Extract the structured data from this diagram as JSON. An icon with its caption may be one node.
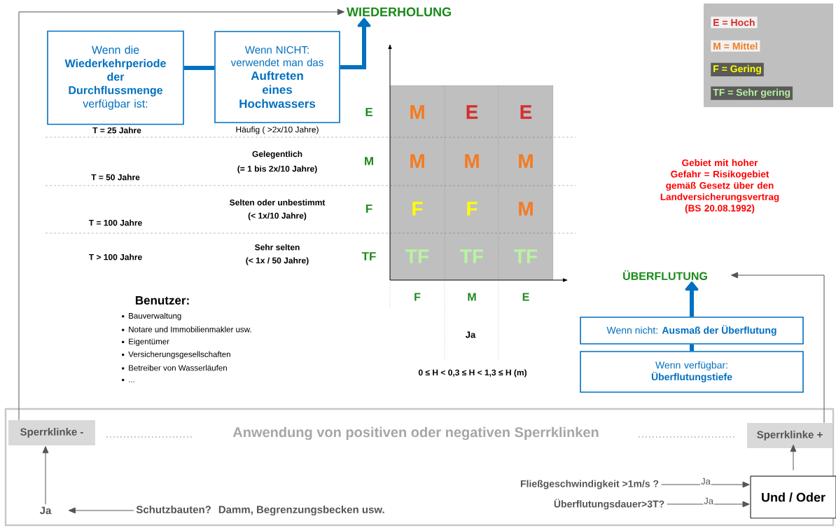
{
  "diagram": {
    "nodes": [
      {
        "text": [
          "Wenn die **Wiederkehrperiode der Durchflussmenge** verfügbar ist:"
        ]
      },
      {
        "text": [
          "Wenn NICHT: verwendet man das",
          "Auftreten eines Hochwassers"
        ]
      },
      {
        "text": [
          "WIEDERHOLUNG"
        ]
      },
      {
        "text": [
          "ÜBERFLUTUNG"
        ]
      },
      {
        "text": [
          "Wenn nicht: **Ausmaß der Überflutung**"
        ]
      },
      {
        "text": [
          "Wenn verfügbar: **Überflutungstiefe**"
        ]
      },
      {
        "text": [
          "Anwendung von positiven oder negativen Sperrklinken"
        ]
      },
      {
        "text": [
          "Sperrklinke -"
        ],
        "in": 6
      },
      {
        "text": [
          "Sperrklinke +"
        ],
        "in": 6
      },
      {
        "text": [
          "Ja"
        ],
        "in": 6
      },
      {
        "text": [
          "Schutzbauten?",
          "Damm, Begrenzungsbecken usw."
        ],
        "in": 6
      },
      {
        "text": [
          "Fließgeschwindigkeit >1m/s ?"
        ],
        "in": 6
      },
      {
        "text": [
          "Überflutungsdauer>3T?"
        ],
        "in": 6
      },
      {
        "text": [
          "Und / Oder"
        ],
        "in": 6
      }
    ],
    "edges": [
      {
        "from": 0,
        "to": 1,
        "arrow": "none",
        "style": "thick",
        "color": "#0070c0"
      },
      {
        "from": 1,
        "to": 2,
        "arrow": "to",
        "style": "thick",
        "color": "#0070c0"
      },
      {
        "from": 7,
        "to": 2,
        "arrow": "to"
      },
      {
        "from": 8,
        "to": 3,
        "arrow": "to"
      },
      {
        "from": 5,
        "to": 4,
        "arrow": "none",
        "style": "thick",
        "color": "#0070c0"
      },
      {
        "from": 4,
        "to": 3,
        "arrow": "to",
        "style": "thick",
        "color": "#0070c0"
      },
      {
        "from": 10,
        "to": 9,
        "arrow": "to"
      },
      {
        "from": 9,
        "to": 7,
        "arrow": "to"
      },
      {
        "from": 11,
        "to": 13,
        "arrow": "to",
        "label": "Ja"
      },
      {
        "from": 12,
        "to": 13,
        "arrow": "to",
        "label": "Ja"
      },
      {
        "from": 13,
        "to": 8,
        "arrow": "to"
      }
    ],
    "labels": [
      "T = 25 Jahre",
      "Häufig ( >2x/10 Jahre)",
      "Gelegentlich",
      "(= 1 bis 2x/10 Jahre)",
      "T = 50 Jahre",
      "Selten oder unbestimmt",
      "(< 1x/10 Jahre)",
      "T = 100 Jahre",
      "Sehr selten",
      "(< 1x / 50 Jahre)",
      "T > 100 Jahre",
      "E",
      "M",
      "F",
      "TF",
      "M",
      "E",
      "E",
      "M",
      "M",
      "M",
      "F",
      "F",
      "M",
      "TF",
      "TF",
      "TF",
      "F",
      "M",
      "E",
      "Ja",
      "0 ≤ H < 0,3 ≤ H < 1,3 ≤ H (m)",
      "Gebiet mit hoher Gefahr = Risikogebiet gemäß Gesetz über den Landversicherungsvertrag (BS 20.08.1992)",
      "Benutzer:",
      "Bauverwaltung",
      "Notare und Immobilienmakler usw.",
      "Eigentümer",
      "Versicherungsgesellschaften",
      "Betreiber von Wasserläufen",
      "..."
    ],
    "legend": [
      {
        "text": "E = Hoch",
        "color": "#d62d2d"
      },
      {
        "text": "M = Mittel",
        "color": "#f47a20"
      },
      {
        "text": "F = Gering",
        "color": "#ffff00"
      },
      {
        "text": "TF = Sehr gering",
        "color": "#b8f5a0"
      }
    ]
  }
}
